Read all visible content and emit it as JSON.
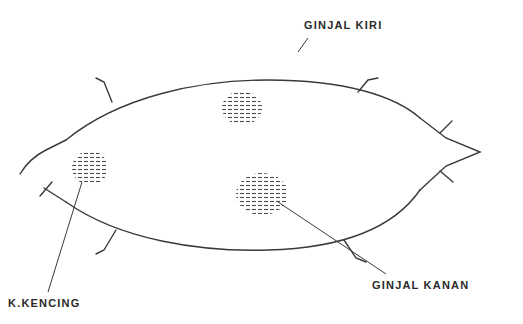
{
  "diagram": {
    "labels": [
      "GINJAL KIRI",
      "K.KENCING",
      "GINJAL KANAN"
    ]
  }
}
